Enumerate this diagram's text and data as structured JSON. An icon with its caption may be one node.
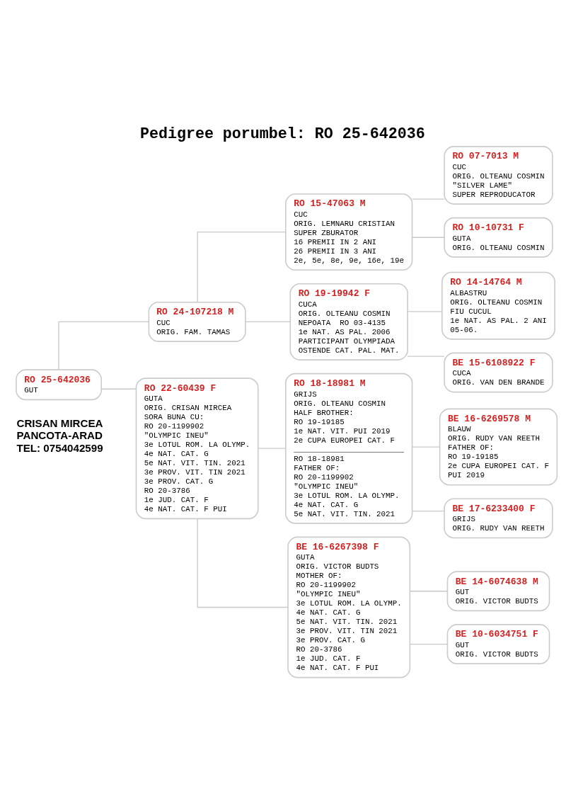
{
  "diagram": {
    "title": "Pedigree porumbel: RO 25-642036",
    "nodes": [
      {
        "text": [
          "RO 25-642036",
          "GUT"
        ]
      },
      {
        "text": [
          "RO 24-107218 M",
          "CUC",
          "ORIG. FAM. TAMAS"
        ]
      },
      {
        "text": [
          "RO 22-60439 F",
          "GUTA",
          "ORIG. CRISAN MIRCEA",
          "SORA BUNA CU:",
          "RO 20-1199902",
          "\"OLYMPIC INEU\"",
          "3e LOTUL ROM. LA OLYMP.",
          "4e NAT. CAT. G",
          "5e NAT. VIT. TIN. 2021",
          "3e PROV. VIT. TIN 2021",
          "3e PROV. CAT. G",
          "RO 20-3786",
          "1e JUD. CAT. F",
          "4e NAT. CAT. F PUI"
        ]
      },
      {
        "text": [
          "RO 15-47063 M",
          "CUC",
          "ORIG. LEMNARU CRISTIAN",
          "SUPER ZBURATOR",
          "16 PREMII IN 2 ANI",
          "26 PREMII IN 3 ANI",
          "2e, 5e, 8e, 9e, 16e, 19e"
        ]
      },
      {
        "text": [
          "RO 19-19942 F",
          "CUCA",
          "ORIG. OLTEANU COSMIN",
          "NEPOATA  RO 03-4135",
          "1e NAT. AS PAL. 2006",
          "PARTICIPANT OLYMPIADA",
          "OSTENDE CAT. PAL. MAT."
        ]
      },
      {
        "text": [
          "RO 18-18981 M",
          "GRIJS",
          "ORIG. OLTEANU COSMIN",
          "HALF BROTHER:",
          "RO 19-19185",
          "1e NAT. VIT. PUI 2019",
          "2e CUPA EUROPEI CAT. F",
          "________________________",
          "RO 18-18981",
          "FATHER OF:",
          "RO 20-1199902",
          "\"OLYMPIC INEU\"",
          "3e LOTUL ROM. LA OLYMP.",
          "4e NAT. CAT. G",
          "5e NAT. VIT. TIN. 2021"
        ]
      },
      {
        "text": [
          "BE 16-6267398 F",
          "GUTA",
          "ORIG. VICTOR BUDTS",
          "MOTHER OF:",
          "RO 20-1199902",
          "\"OLYMPIC INEU\"",
          "3e LOTUL ROM. LA OLYMP.",
          "4e NAT. CAT. G",
          "5e NAT. VIT. TIN. 2021",
          "3e PROV. VIT. TIN 2021",
          "3e PROV. CAT. G",
          "RO 20-3786",
          "1e JUD. CAT. F",
          "4e NAT. CAT. F PUI"
        ]
      },
      {
        "text": [
          "RO 07-7013 M",
          "CUC",
          "ORIG. OLTEANU COSMIN",
          "\"SILVER LAME\"",
          "SUPER REPRODUCATOR"
        ]
      },
      {
        "text": [
          "RO 10-10731 F",
          "GUTA",
          "ORIG. OLTEANU COSMIN"
        ]
      },
      {
        "text": [
          "RO 14-14764 M",
          "ALBASTRU",
          "ORIG. OLTEANU COSMIN",
          "FIU CUCUL",
          "1e NAT. AS PAL. 2 ANI",
          "05-06."
        ]
      },
      {
        "text": [
          "BE 15-6108922 F",
          "CUCA",
          "ORIG. VAN DEN BRANDE"
        ]
      },
      {
        "text": [
          "BE 16-6269578 M",
          "BLAUW",
          "ORIG. RUDY VAN REETH",
          "FATHER OF:",
          "RO 19-19185",
          "2e CUPA EUROPEI CAT. F",
          "PUI 2019"
        ]
      },
      {
        "text": [
          "BE 17-6233400 F",
          "GRIJS",
          "ORIG. RUDY VAN REETH"
        ]
      },
      {
        "text": [
          "BE 14-6074638 M",
          "GUT",
          "ORIG. VICTOR BUDTS"
        ]
      },
      {
        "text": [
          "BE 10-6034751 F",
          "GUT",
          "ORIG. VICTOR BUDTS"
        ]
      }
    ],
    "edges": [
      {
        "from": 0,
        "to": 1,
        "arrow": "none"
      },
      {
        "from": 0,
        "to": 2,
        "arrow": "none"
      },
      {
        "from": 1,
        "to": 3,
        "arrow": "none"
      },
      {
        "from": 1,
        "to": 4,
        "arrow": "none"
      },
      {
        "from": 2,
        "to": 5,
        "arrow": "none"
      },
      {
        "from": 2,
        "to": 6,
        "arrow": "none"
      },
      {
        "from": 3,
        "to": 7,
        "arrow": "none"
      },
      {
        "from": 3,
        "to": 8,
        "arrow": "none"
      },
      {
        "from": 4,
        "to": 9,
        "arrow": "none"
      },
      {
        "from": 4,
        "to": 10,
        "arrow": "none"
      },
      {
        "from": 5,
        "to": 11,
        "arrow": "none"
      },
      {
        "from": 5,
        "to": 12,
        "arrow": "none"
      },
      {
        "from": 6,
        "to": 13,
        "arrow": "none"
      },
      {
        "from": 6,
        "to": 14,
        "arrow": "none"
      }
    ],
    "labels": [
      "CRISAN MIRCEA",
      "PANCOTA-ARAD",
      "TEL: 0754042599"
    ]
  }
}
